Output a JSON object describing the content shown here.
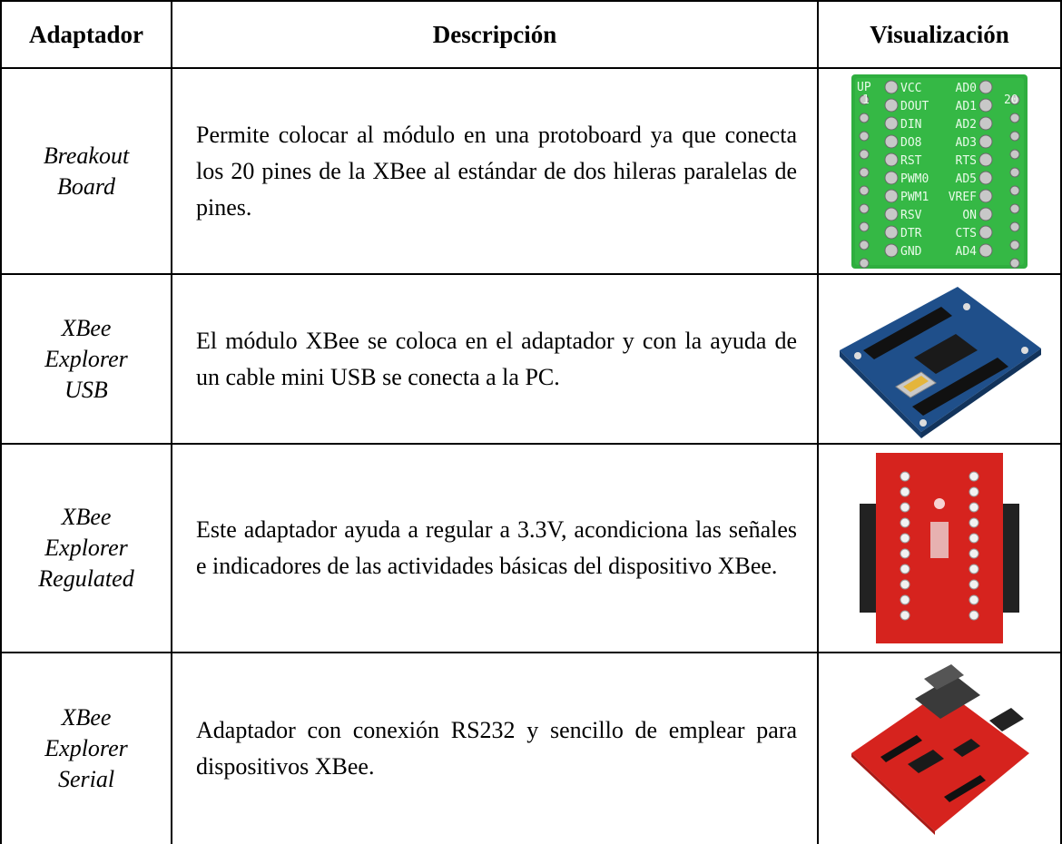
{
  "table": {
    "headers": {
      "adaptador": "Adaptador",
      "descripcion": "Descripción",
      "visualizacion": "Visualización"
    },
    "rows": [
      {
        "name_lines": [
          "Breakout",
          "Board"
        ],
        "description": "Permite colocar al módulo en una protoboard ya que conecta los 20 pines de la XBee al estándar de dos hileras paralelas de pines.",
        "image": "xbee-breakout-board-photo",
        "board_labels": {
          "left": [
            "VCC",
            "DOUT",
            "DIN",
            "DO8",
            "RST",
            "PWM0",
            "PWM1",
            "RSV",
            "DTR",
            "GND"
          ],
          "right": [
            "AD0",
            "AD1",
            "AD2",
            "AD3",
            "RTS",
            "AD5",
            "VREF",
            "ON",
            "CTS",
            "AD4"
          ],
          "corner_left": "UP",
          "pin_left": "1",
          "pin_right": "20"
        }
      },
      {
        "name_lines": [
          "XBee",
          "Explorer",
          "USB"
        ],
        "description": "El módulo XBee se coloca en el adaptador y con la ayuda de un cable mini USB se conecta a la PC.",
        "image": "xbee-explorer-usb-photo"
      },
      {
        "name_lines": [
          "XBee",
          "Explorer",
          "Regulated"
        ],
        "description": "Este adaptador ayuda a regular a 3.3V, acondiciona las señales e indicadores de las actividades básicas del dispositivo XBee.",
        "image": "xbee-explorer-regulated-photo"
      },
      {
        "name_lines": [
          "XBee",
          "Explorer",
          "Serial"
        ],
        "description": "Adaptador con conexión RS232 y sencillo de emplear para dispositivos XBee.",
        "image": "xbee-explorer-serial-photo"
      }
    ]
  },
  "colors": {
    "line": "#000000",
    "breakout_green": "#2fae3f",
    "usb_blue": "#1f4f8a",
    "sparkfun_red": "#d6231e"
  }
}
